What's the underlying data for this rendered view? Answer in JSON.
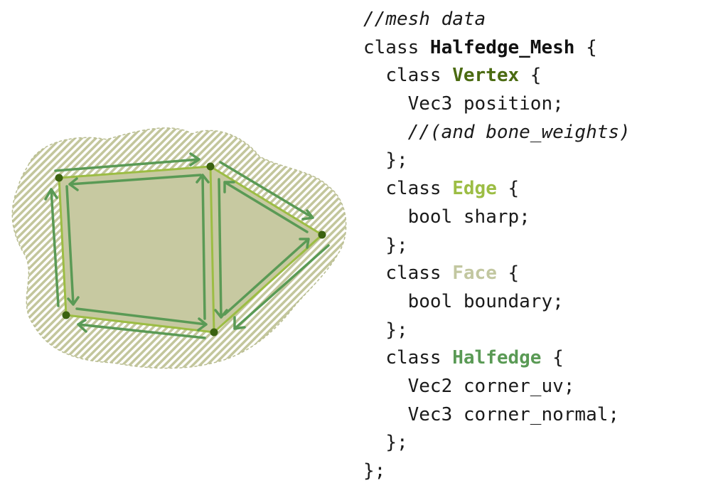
{
  "colors": {
    "vertex": "#4b6b12",
    "edge": "#9cbd44",
    "face": "#c2c7a0",
    "halfedge": "#5a9a55",
    "mesh": "#111111",
    "face_fill": "#c7c9a1",
    "hatch": "#c3c69c",
    "background": "#ffffff"
  },
  "code": {
    "lines": [
      {
        "indent": 0,
        "comment": "//mesh data"
      },
      {
        "indent": 0,
        "pre": "class ",
        "name": "Halfedge_Mesh",
        "name_color": "mesh",
        "post": " {"
      },
      {
        "indent": 1,
        "pre": "class ",
        "name": "Vertex",
        "name_color": "vertex",
        "post": " {"
      },
      {
        "indent": 2,
        "pre": "Vec3 position;"
      },
      {
        "indent": 2,
        "comment": "//(and bone_weights)"
      },
      {
        "indent": 1,
        "pre": "};"
      },
      {
        "indent": 1,
        "pre": "class ",
        "name": "Edge",
        "name_color": "edge",
        "post": " {"
      },
      {
        "indent": 2,
        "pre": "bool sharp;"
      },
      {
        "indent": 1,
        "pre": "};"
      },
      {
        "indent": 1,
        "pre": "class ",
        "name": "Face",
        "name_color": "face",
        "post": " {"
      },
      {
        "indent": 2,
        "pre": "bool boundary;"
      },
      {
        "indent": 1,
        "pre": "};"
      },
      {
        "indent": 1,
        "pre": "class ",
        "name": "Halfedge",
        "name_color": "halfedge",
        "post": " {"
      },
      {
        "indent": 2,
        "pre": "Vec2 corner_uv;"
      },
      {
        "indent": 2,
        "pre": "Vec3 corner_normal;"
      },
      {
        "indent": 1,
        "pre": "};"
      },
      {
        "indent": 0,
        "pre": "};"
      }
    ]
  }
}
